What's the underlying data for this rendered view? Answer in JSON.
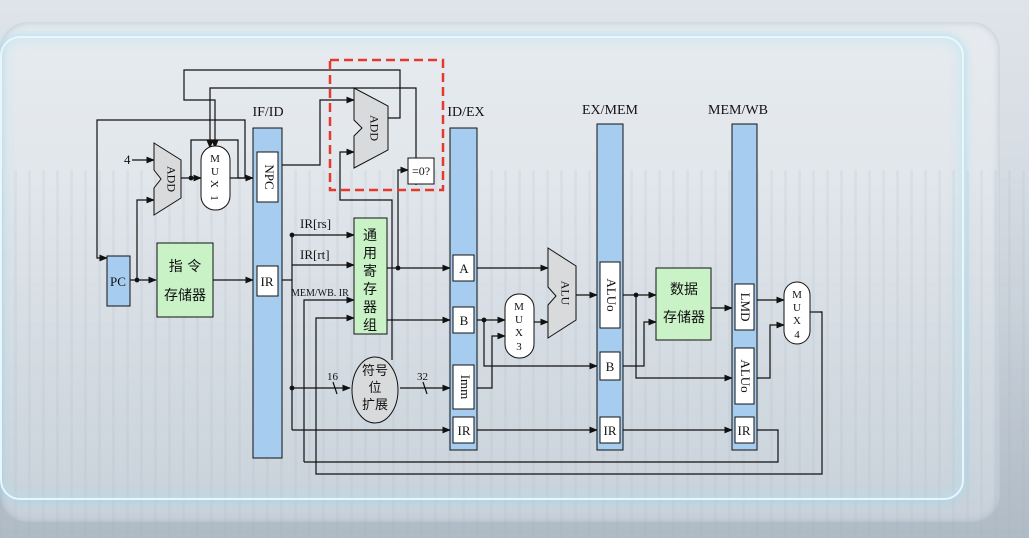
{
  "stages": {
    "if_id": "IF/ID",
    "id_ex": "ID/EX",
    "ex_mem": "EX/MEM",
    "mem_wb": "MEM/WB"
  },
  "blocks": {
    "pc": "PC",
    "instr_mem_1": "指  令",
    "instr_mem_2": "存储器",
    "reg_file_1": "通",
    "reg_file_2": "用",
    "reg_file_3": "寄",
    "reg_file_4": "存",
    "reg_file_5": "器",
    "reg_file_6": "组",
    "data_mem_1": "数据",
    "data_mem_2": "存储器",
    "sign_ext_1": "符号",
    "sign_ext_2": "位",
    "sign_ext_3": "扩展",
    "zero_test": "=0?"
  },
  "units": {
    "add_pc": "ADD",
    "add_branch": "ADD",
    "alu": "ALU",
    "mux1": [
      "M",
      "U",
      "X",
      "1"
    ],
    "mux3": [
      "M",
      "U",
      "X",
      "3"
    ],
    "mux4": [
      "M",
      "U",
      "X",
      "4"
    ]
  },
  "fields": {
    "npc": "NPC",
    "ir_ifid": "IR",
    "a": "A",
    "b_idex": "B",
    "imm": "Imm",
    "ir_idex": "IR",
    "aluo_exmem": "ALUo",
    "b_exmem": "B",
    "ir_exmem": "IR",
    "lmd": "LMD",
    "aluo_memwb": "ALUo",
    "ir_memwb": "IR"
  },
  "labels": {
    "const_4": "4",
    "ir_rs": "IR[rs]",
    "ir_rt": "IR[rt]",
    "memwb_ir": "MEM/WB. IR",
    "width_16": "16",
    "width_32": "32"
  },
  "colors": {
    "pipeline_register": "#a6cdf0",
    "green_block": "#c9f2c6",
    "highlight": "#e4392f",
    "wire": "#111111"
  }
}
